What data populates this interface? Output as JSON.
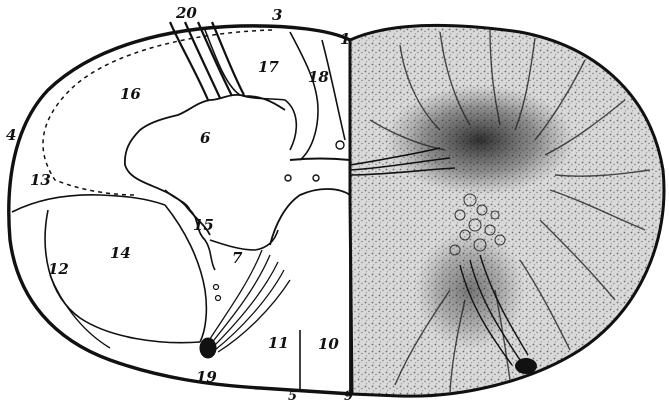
{
  "figure": {
    "labels": [
      {
        "id": "1",
        "text": "1"
      },
      {
        "id": "3",
        "text": "3"
      },
      {
        "id": "4",
        "text": "4"
      },
      {
        "id": "5",
        "text": "5"
      },
      {
        "id": "6",
        "text": "6"
      },
      {
        "id": "7",
        "text": "7"
      },
      {
        "id": "9",
        "text": "9"
      },
      {
        "id": "10",
        "text": "10"
      },
      {
        "id": "11",
        "text": "11"
      },
      {
        "id": "12",
        "text": "12"
      },
      {
        "id": "13",
        "text": "13"
      },
      {
        "id": "14",
        "text": "14"
      },
      {
        "id": "15",
        "text": "15"
      },
      {
        "id": "16",
        "text": "16"
      },
      {
        "id": "17",
        "text": "17"
      },
      {
        "id": "18",
        "text": "18"
      },
      {
        "id": "19",
        "text": "19"
      },
      {
        "id": "20",
        "text": "20"
      }
    ]
  },
  "colors": {
    "ink": "#111111",
    "gray_matter": "#b9b9b9",
    "white_matter": "#d7d7d7",
    "background": "#ffffff"
  }
}
